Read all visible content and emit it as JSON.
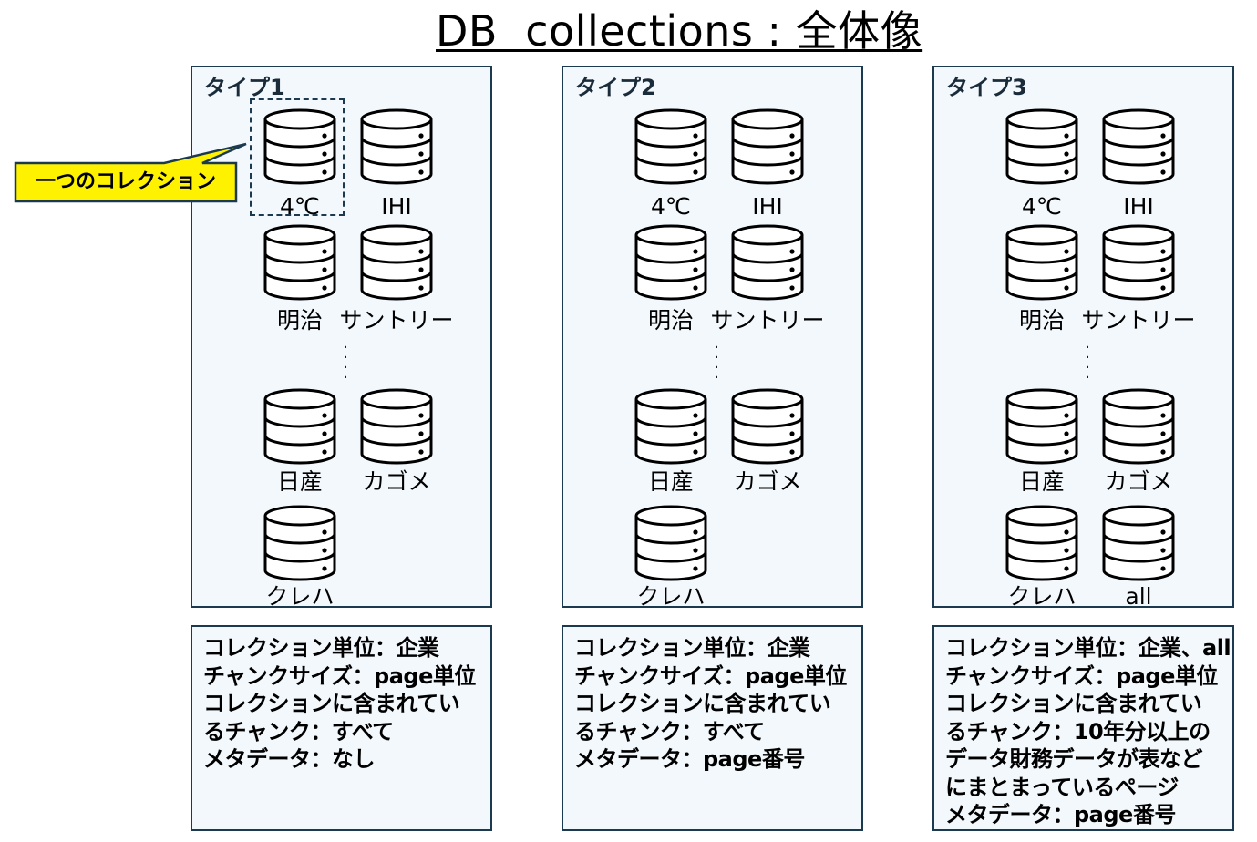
{
  "title": "DB  collections : 全体像",
  "callout": "一つのコレクション",
  "panels": [
    {
      "title": "タイプ1",
      "labels": [
        "4℃",
        "IHI",
        "明治",
        "サントリー",
        "日産",
        "カゴメ",
        "クレハ"
      ],
      "info": [
        "コレクション単位：企業",
        "チャンクサイズ：page単位",
        "コレクションに含まれてい",
        "るチャンク：すべて",
        "メタデータ：なし"
      ]
    },
    {
      "title": "タイプ2",
      "labels": [
        "4℃",
        "IHI",
        "明治",
        "サントリー",
        "日産",
        "カゴメ",
        "クレハ"
      ],
      "info": [
        "コレクション単位：企業",
        "チャンクサイズ：page単位",
        "コレクションに含まれてい",
        "るチャンク：すべて",
        "メタデータ：page番号"
      ]
    },
    {
      "title": "タイプ3",
      "labels": [
        "4℃",
        "IHI",
        "明治",
        "サントリー",
        "日産",
        "カゴメ",
        "クレハ",
        "all"
      ],
      "info": [
        "コレクション単位：企業、all",
        "チャンクサイズ：page単位",
        "コレクションに含まれてい",
        "るチャンク：10年分以上の",
        "データ財務データが表など",
        "にまとまっているページ",
        "メタデータ：page番号"
      ]
    }
  ],
  "icons": {
    "collection": "database-icon"
  },
  "colors": {
    "panel_border": "#1b3a4f",
    "panel_fill": "#f3f8fc",
    "callout_fill": "#fff200"
  }
}
